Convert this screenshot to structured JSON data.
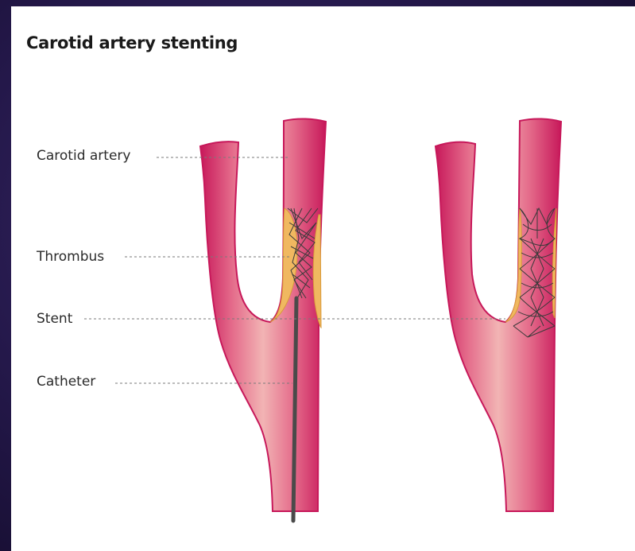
{
  "title": "Carotid artery stenting",
  "labels": {
    "carotid_artery": "Carotid artery",
    "thrombus": "Thrombus",
    "stent": "Stent",
    "catheter": "Catheter"
  },
  "colors": {
    "artery_edge": "#c7185a",
    "artery_inner": "#f2b4b4",
    "thrombus": "#f0b860",
    "stent_wire": "#3a3a3a",
    "catheter": "#4a4a4a",
    "background": "#24184a",
    "panel": "#ffffff"
  }
}
